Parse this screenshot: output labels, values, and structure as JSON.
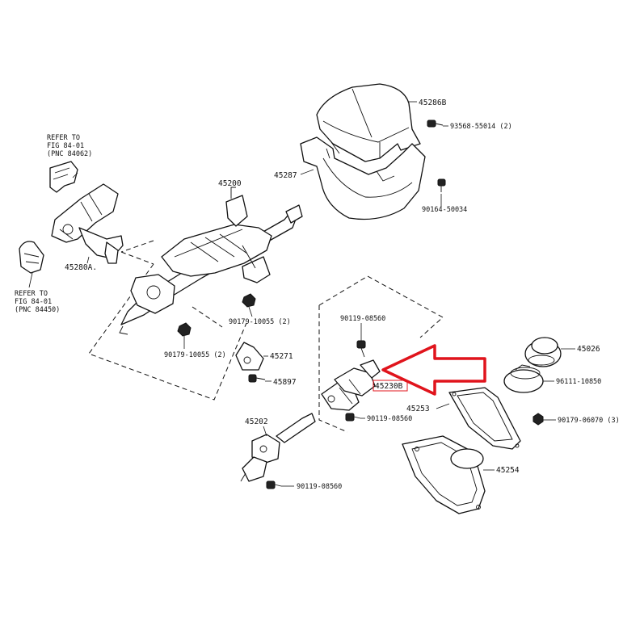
{
  "refs": {
    "top": {
      "line1": "REFER TO",
      "line2": "FIG 84-01",
      "line3": "(PNC 84062)"
    },
    "left": {
      "line1": "REFER TO",
      "line2": "FIG 84-01",
      "line3": "(PNC 84450)"
    }
  },
  "labels": {
    "p45286B": "45286B",
    "p93568": "93568-55014 (2)",
    "p45287": "45287",
    "p90164": "90164-50034",
    "p45200": "45200",
    "p45280A": "45280A.",
    "p90179_upper": "90179-10055 (2)",
    "p90179_lower": "90179-10055 (2)",
    "p45271": "45271",
    "p45897": "45897",
    "p90119_top": "90119-08560",
    "p45230B": "45230B",
    "p90119_mid": "90119-08560",
    "p45202": "45202",
    "p90119_bot": "90119-08560",
    "p45026": "45026",
    "p96111": "96111-10850",
    "p45253": "45253",
    "p90179_06070": "90179-06070 (3)",
    "p45254": "45254"
  },
  "colors": {
    "highlight_arrow": "#e0141c",
    "highlight_box": "#e0141c",
    "line": "#111111"
  }
}
